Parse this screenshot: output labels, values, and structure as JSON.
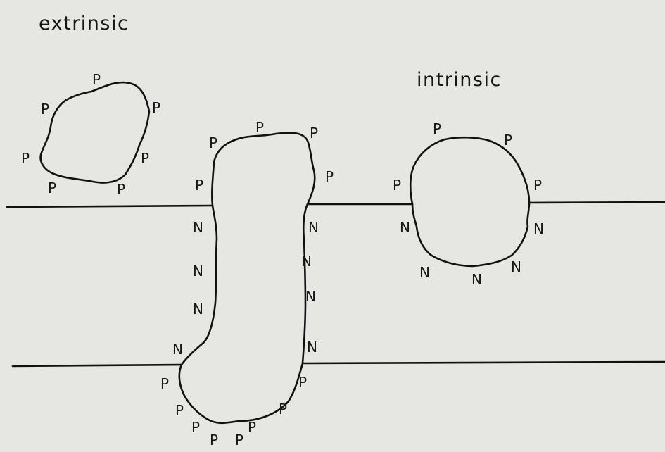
{
  "labels": {
    "extrinsic": "extrinsic",
    "intrinsic": "intrinsic"
  },
  "marks": {
    "polar": "P",
    "nonpolar": "N"
  },
  "colors": {
    "background": "#e6e7e2",
    "ink": "#111111"
  }
}
